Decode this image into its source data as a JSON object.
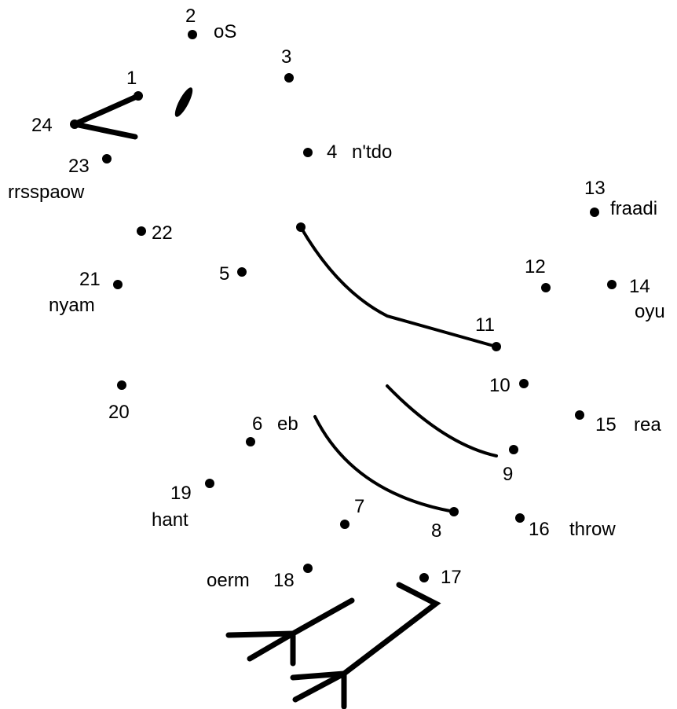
{
  "puzzle": {
    "type": "connect-the-dots",
    "ink_color": "#000000",
    "background_color": "#ffffff",
    "dots": [
      {
        "n": 1,
        "number": "1",
        "word": ""
      },
      {
        "n": 2,
        "number": "2",
        "word": "oS"
      },
      {
        "n": 3,
        "number": "3",
        "word": ""
      },
      {
        "n": 4,
        "number": "4",
        "word": "n'tdo"
      },
      {
        "n": 5,
        "number": "5",
        "word": ""
      },
      {
        "n": 6,
        "number": "6",
        "word": "eb"
      },
      {
        "n": 7,
        "number": "7",
        "word": ""
      },
      {
        "n": 8,
        "number": "8",
        "word": ""
      },
      {
        "n": 9,
        "number": "9",
        "word": ""
      },
      {
        "n": 10,
        "number": "10",
        "word": ""
      },
      {
        "n": 11,
        "number": "11",
        "word": ""
      },
      {
        "n": 12,
        "number": "12",
        "word": ""
      },
      {
        "n": 13,
        "number": "13",
        "word": "fraadi"
      },
      {
        "n": 14,
        "number": "14",
        "word": "oyu"
      },
      {
        "n": 15,
        "number": "15",
        "word": "rea"
      },
      {
        "n": 16,
        "number": "16",
        "word": "throw"
      },
      {
        "n": 17,
        "number": "17",
        "word": ""
      },
      {
        "n": 18,
        "number": "18",
        "word": "oerm"
      },
      {
        "n": 19,
        "number": "19",
        "word": "hant"
      },
      {
        "n": 20,
        "number": "20",
        "word": ""
      },
      {
        "n": 21,
        "number": "21",
        "word": "nyam"
      },
      {
        "n": 22,
        "number": "22",
        "word": ""
      },
      {
        "n": 23,
        "number": "23",
        "word": "rrsspaow"
      },
      {
        "n": 24,
        "number": "24",
        "word": ""
      }
    ]
  }
}
